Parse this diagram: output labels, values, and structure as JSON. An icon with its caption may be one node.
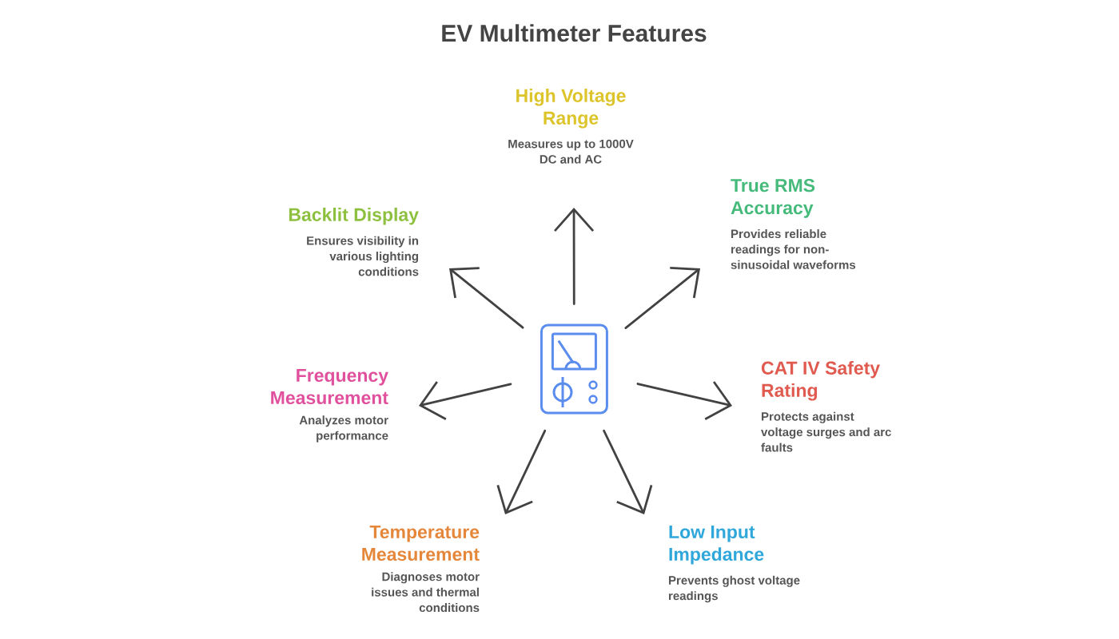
{
  "diagram": {
    "title": "EV Multimeter Features",
    "nodes": [
      {
        "text": [],
        "shape": "picture"
      },
      {
        "text": [
          "High Voltage Range",
          "Measures up to 1000V DC and AC"
        ]
      },
      {
        "text": [
          "True RMS Accuracy",
          "Provides reliable readings for non-sinusoidal waveforms"
        ]
      },
      {
        "text": [
          "CAT IV Safety Rating",
          "Protects against voltage surges and arc faults"
        ]
      },
      {
        "text": [
          "Low Input Impedance",
          "Prevents ghost voltage readings"
        ]
      },
      {
        "text": [
          "Temperature Measurement",
          "Diagnoses motor issues and thermal conditions"
        ]
      },
      {
        "text": [
          "Frequency Measurement",
          "Analyzes motor performance"
        ]
      },
      {
        "text": [
          "Backlit Display",
          "Ensures visibility in various lighting conditions"
        ]
      }
    ],
    "edges": [
      {
        "from": 0,
        "to": 1,
        "arrow": "to"
      },
      {
        "from": 0,
        "to": 2,
        "arrow": "to"
      },
      {
        "from": 0,
        "to": 3,
        "arrow": "to"
      },
      {
        "from": 0,
        "to": 4,
        "arrow": "to"
      },
      {
        "from": 0,
        "to": 5,
        "arrow": "to"
      },
      {
        "from": 0,
        "to": 6,
        "arrow": "to"
      },
      {
        "from": 0,
        "to": 7,
        "arrow": "to"
      }
    ]
  }
}
